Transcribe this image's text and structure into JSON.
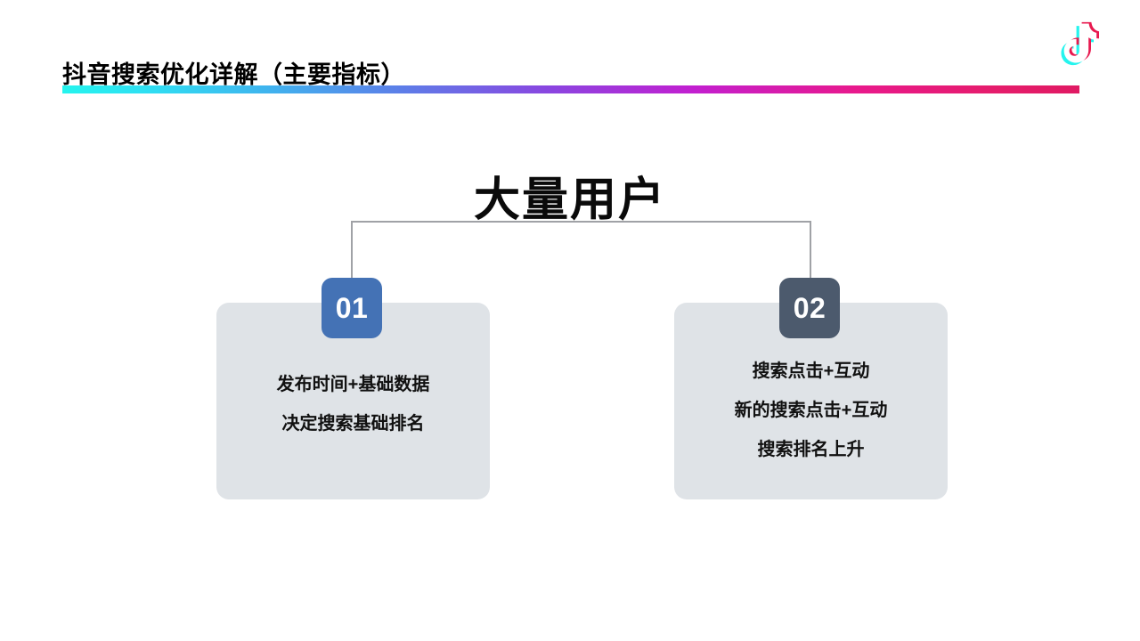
{
  "header": {
    "title": "抖音搜索优化详解（主要指标）",
    "rule_gradient": [
      "#25F4EE",
      "#5C7FE8",
      "#8A45E0",
      "#E8198C",
      "#E01A63"
    ],
    "logo": "tiktok-logo-icon"
  },
  "main": {
    "heading": "大量用户",
    "branches": [
      {
        "number": "01",
        "badge_color": "#4472B5",
        "card_color": "#DFE3E7",
        "lines": [
          "发布时间+基础数据",
          "决定搜索基础排名"
        ]
      },
      {
        "number": "02",
        "badge_color": "#4C5A6D",
        "card_color": "#DFE3E7",
        "lines": [
          "搜索点击+互动",
          "新的搜索点击+互动",
          "搜索排名上升"
        ]
      }
    ]
  }
}
